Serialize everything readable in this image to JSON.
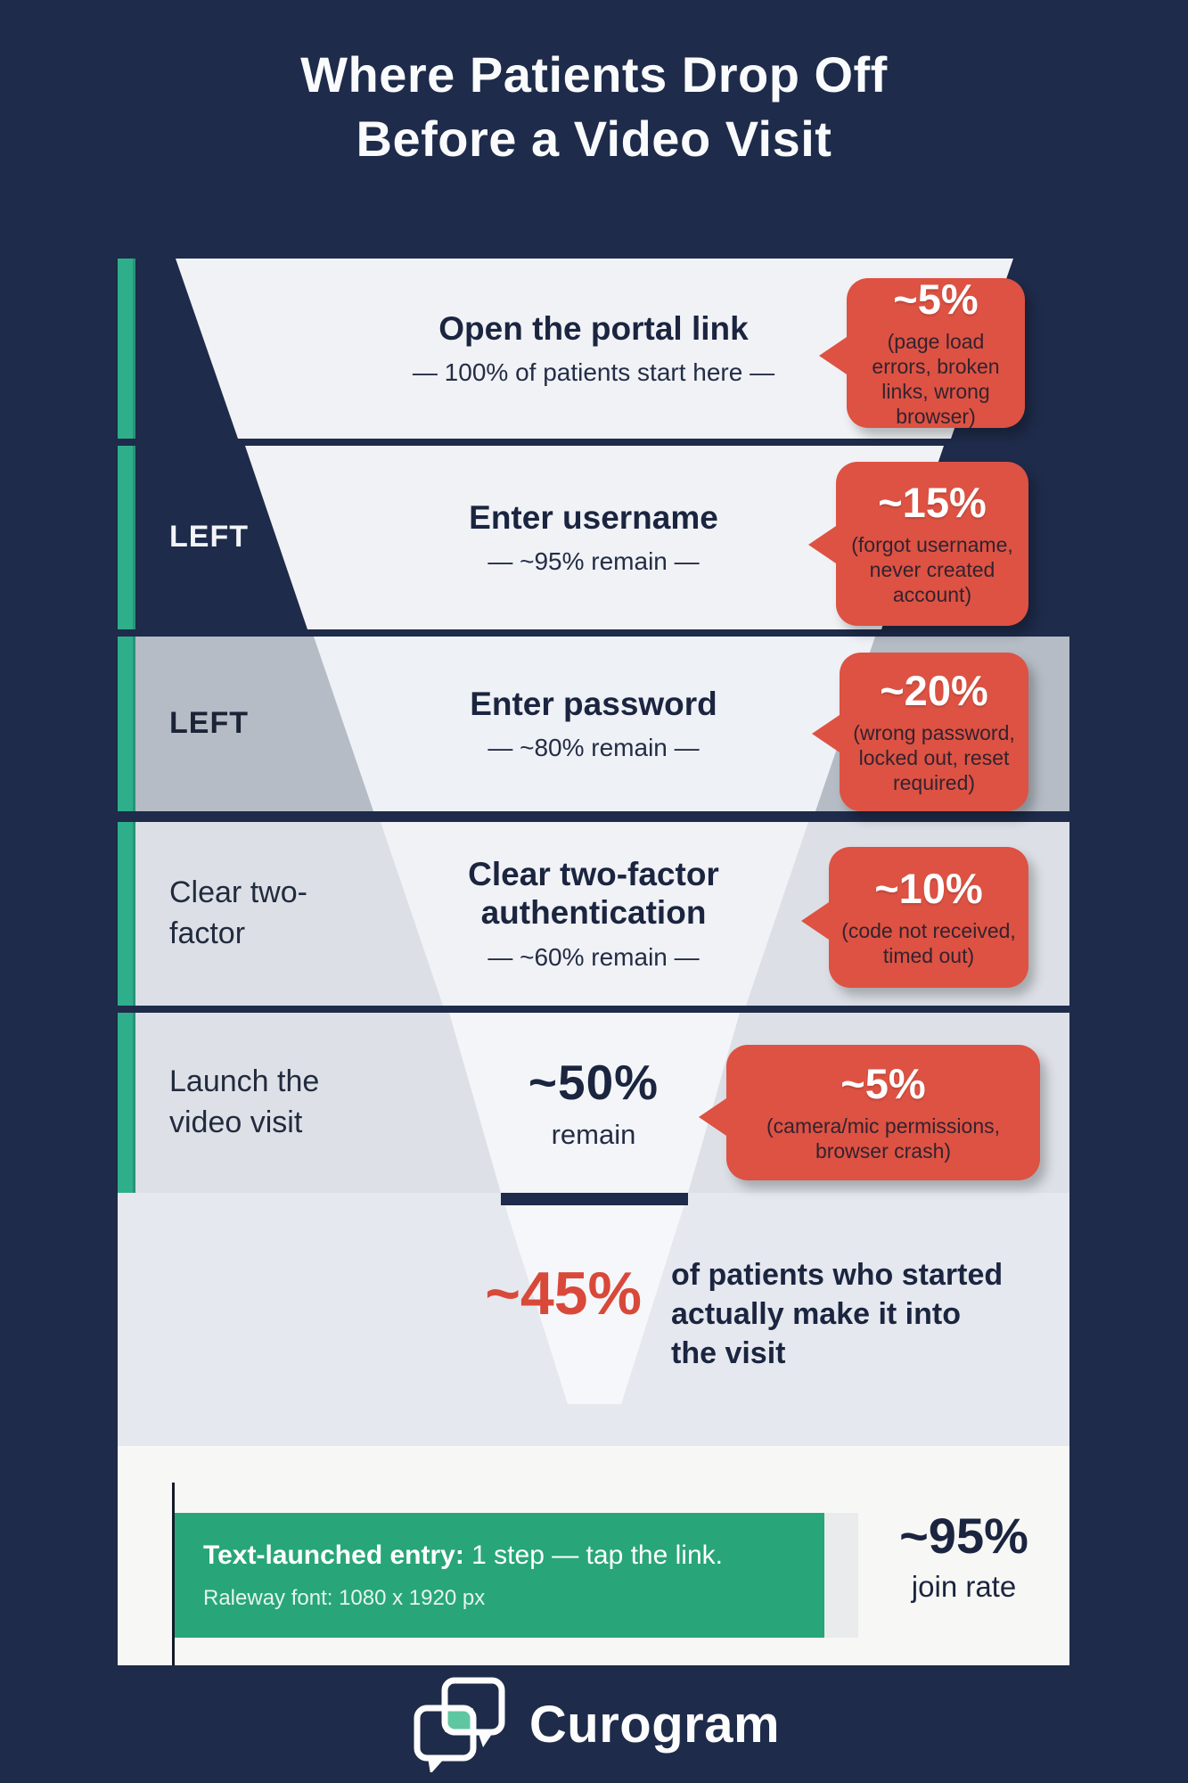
{
  "title": {
    "line1": "Where Patients Drop Off",
    "line2": "Before a Video Visit"
  },
  "stages": [
    {
      "label": "",
      "title": "Open the portal link",
      "subtitle": "— 100% of patients start here —",
      "callout": {
        "headline": "~5%",
        "detail": "(page load errors, broken links, wrong browser)"
      }
    },
    {
      "label": "LEFT",
      "title": "Enter username",
      "subtitle": "— ~95% remain —",
      "callout": {
        "headline": "~15%",
        "detail": "(forgot username, never created account)"
      }
    },
    {
      "label": "LEFT",
      "title": "Enter password",
      "subtitle": "— ~80% remain —",
      "callout": {
        "headline": "~20%",
        "detail": "(wrong password, locked out, reset required)"
      }
    },
    {
      "label": "Clear two-factor",
      "title": "Clear two-factor authentication",
      "subtitle": "— ~60% remain —",
      "callout": {
        "headline": "~10%",
        "detail": "(code not received, timed out)"
      }
    },
    {
      "label": "Launch the video visit",
      "title": "~50%",
      "subtitle": "remain",
      "callout": {
        "headline": "~5%",
        "detail": "(camera/mic permissions, browser crash)"
      }
    }
  ],
  "result": {
    "value": "~45%",
    "text": "of patients who started actually make it into the visit"
  },
  "comparison": {
    "bold": "Text-launched entry:",
    "rest": " 1 step — tap the link.",
    "note": "Raleway font: 1080 x 1920 px",
    "value": "~95%",
    "value_label": "join rate"
  },
  "brand": {
    "name": "Curogram",
    "icon": "chat-bubbles-icon"
  },
  "colors": {
    "background_navy": "#1e2b4a",
    "funnel_white": "#f0f2f6",
    "band_gray_dark": "#b5bcc5",
    "band_gray_light": "#dce0e6",
    "accent_teal": "#2fae8c",
    "callout_red": "#dd5243",
    "result_red": "#d8493a",
    "bar_green": "#28a679",
    "text_navy": "#1b2540"
  },
  "chart_data": {
    "type": "funnel",
    "title": "Where Patients Drop Off Before a Video Visit",
    "stages": [
      "Open the portal link",
      "Enter username",
      "Enter password",
      "Clear two-factor authentication",
      "Launch the video visit"
    ],
    "remaining_pct": [
      100,
      95,
      80,
      60,
      50
    ],
    "drop_off_pct": [
      5,
      15,
      20,
      10,
      5
    ],
    "drop_off_reasons": [
      "page load errors, broken links, wrong browser",
      "forgot username, never created account",
      "wrong password, locked out, reset required",
      "code not received, timed out",
      "camera/mic permissions, browser crash"
    ],
    "final_conversion_pct": 45,
    "comparison": {
      "label": "Text-launched entry: 1 step — tap the link.",
      "join_rate_pct": 95
    },
    "legend_position": "none",
    "grid": false
  }
}
